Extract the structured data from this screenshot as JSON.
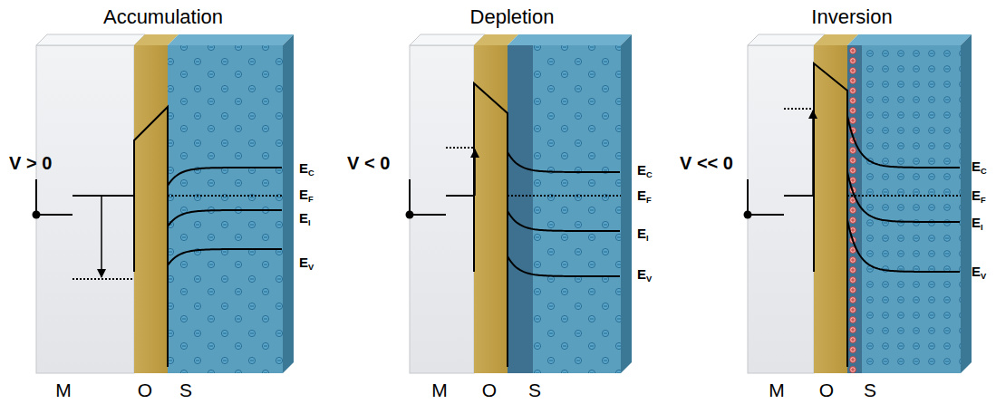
{
  "diagram": {
    "labels": [
      "Accumulation",
      "Depletion",
      "Inversion",
      "V > 0",
      "EC",
      "EF",
      "EI",
      "EV",
      "M",
      "O",
      "S",
      "V < 0",
      "EC",
      "EF",
      "EI",
      "EV",
      "M",
      "O",
      "S",
      "V << 0",
      "EC",
      "EF",
      "EI",
      "EV",
      "M",
      "O",
      "S"
    ]
  }
}
